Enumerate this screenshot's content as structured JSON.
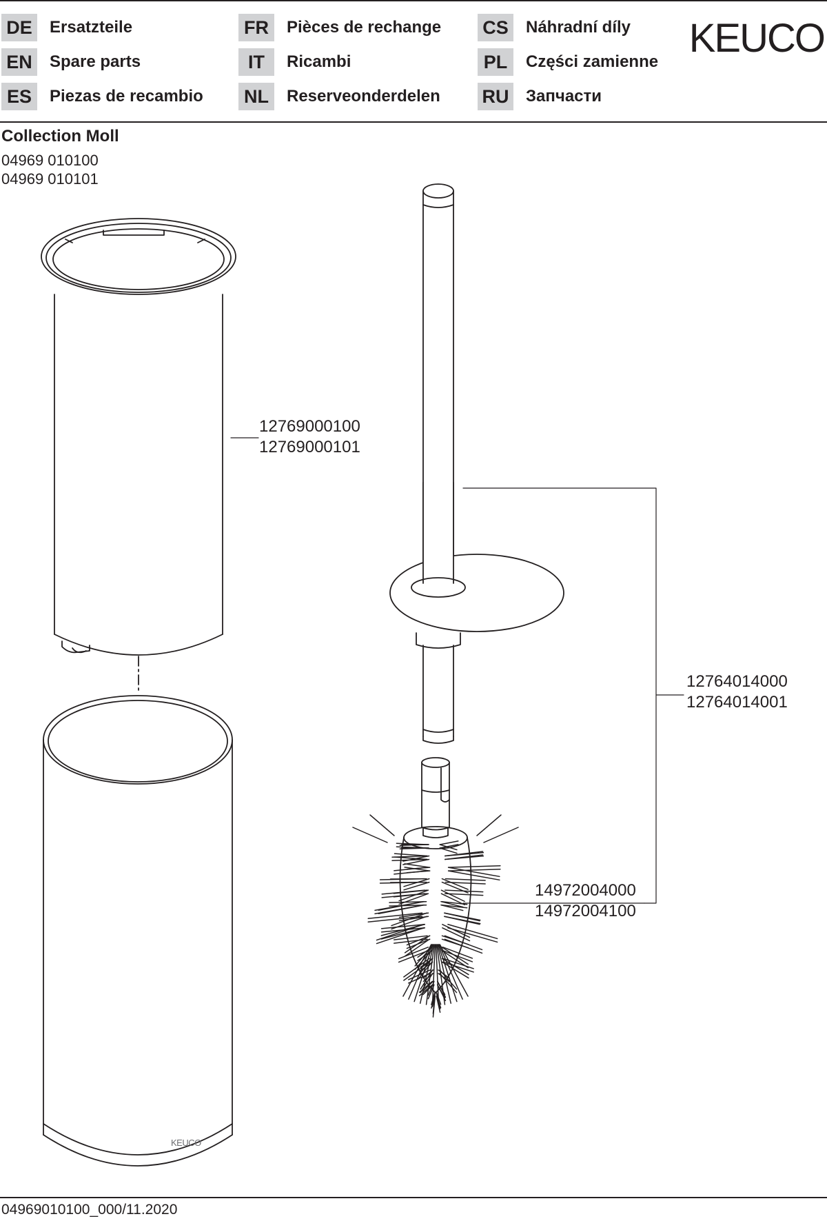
{
  "header": {
    "brand": "KEUCO",
    "languages": [
      {
        "code": "DE",
        "label": "Ersatzteile"
      },
      {
        "code": "EN",
        "label": "Spare parts"
      },
      {
        "code": "ES",
        "label": "Piezas de recambio"
      },
      {
        "code": "FR",
        "label": "Pièces de rechange"
      },
      {
        "code": "IT",
        "label": "Ricambi"
      },
      {
        "code": "NL",
        "label": "Reserveonderdelen"
      },
      {
        "code": "CS",
        "label": "Náhradní díly"
      },
      {
        "code": "PL",
        "label": "Części zamienne"
      },
      {
        "code": "RU",
        "label": "Запчасти"
      }
    ]
  },
  "product": {
    "collection": "Collection Moll",
    "articles": [
      "04969 010100",
      "04969 010101"
    ]
  },
  "parts": {
    "insert": [
      "12769000100",
      "12769000101"
    ],
    "brush_handle": [
      "12764014000",
      "12764014001"
    ],
    "brush_head": [
      "14972004000",
      "14972004100"
    ]
  },
  "container_logo": "KEUCO",
  "footer": {
    "doc_number": "04969010100_000/11.2020"
  }
}
